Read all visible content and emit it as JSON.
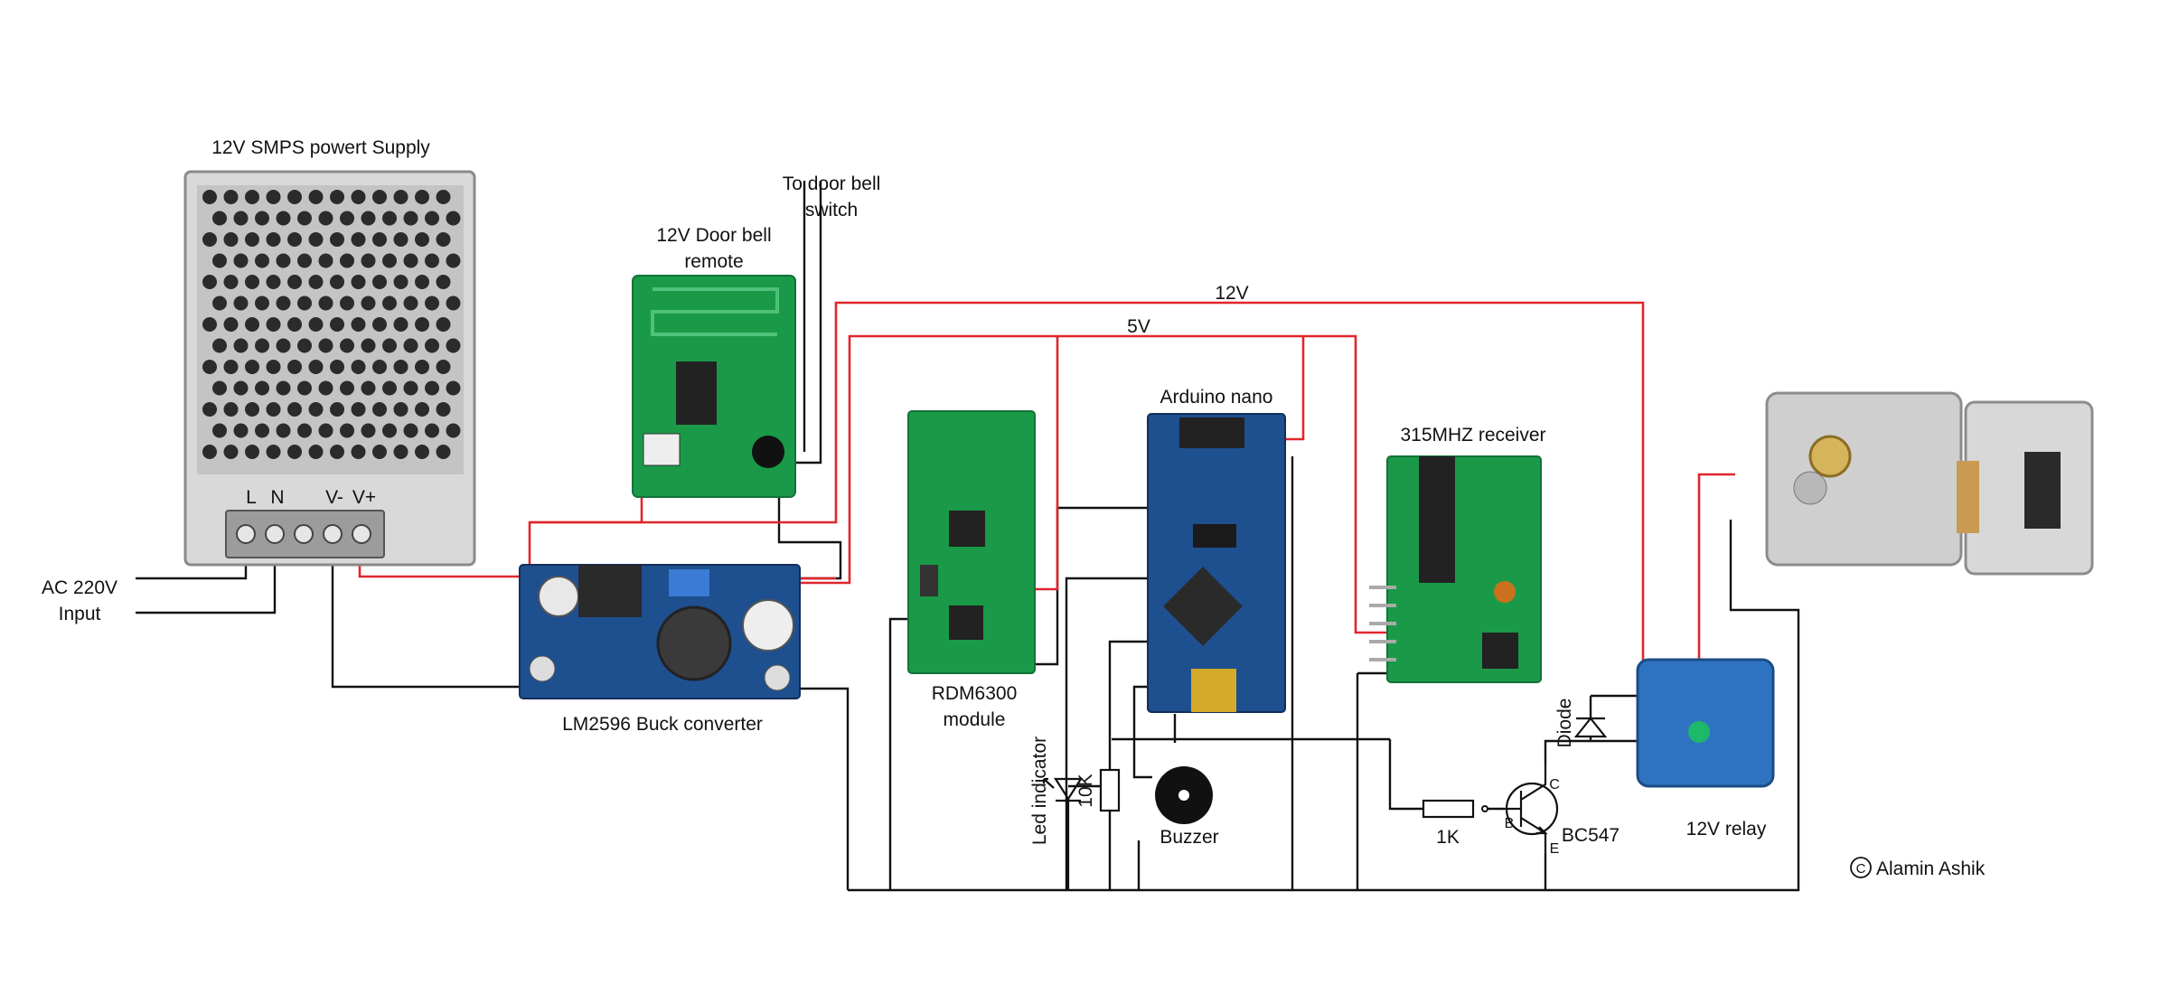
{
  "labels": {
    "smps_title": "12V SMPS powert Supply",
    "smps_L": "L",
    "smps_N": "N",
    "smps_vminus": "V-",
    "smps_vplus": "V+",
    "ac_line1": "AC 220V",
    "ac_line2": "Input",
    "doorbell_line1": "12V Door bell",
    "doorbell_line2": "remote",
    "todoor_line1": "To door bell",
    "todoor_line2": "switch",
    "rail_12v": "12V",
    "rail_5v": "5V",
    "arduino": "Arduino nano",
    "receiver": "315MHZ receiver",
    "rdm_line1": "RDM6300",
    "rdm_line2": "module",
    "buck": "LM2596 Buck converter",
    "led_indicator": "Led indicator",
    "resistor_10k": "10K",
    "buzzer": "Buzzer",
    "resistor_1k": "1K",
    "diode": "Diode",
    "transistor": "BC547",
    "pin_c": "C",
    "pin_b": "B",
    "pin_e": "E",
    "relay": "12V relay",
    "credit": "Alamin Ashik",
    "copyright_symbol": "C"
  },
  "colors": {
    "wire_black": "#111111",
    "wire_red": "#e0262c",
    "pcb_green": "#1a9a48",
    "pcb_blue": "#1e4f8f",
    "relay_blue": "#2e73c0"
  }
}
